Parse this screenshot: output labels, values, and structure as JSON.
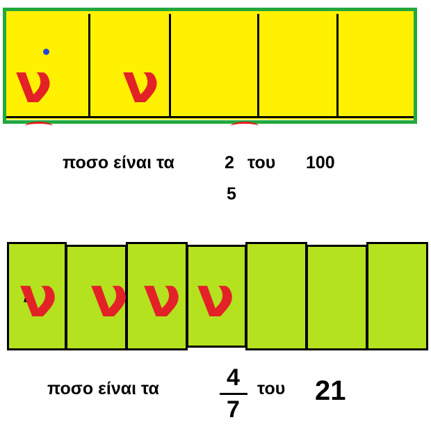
{
  "figure1": {
    "cells": 5,
    "marked_cells": 2,
    "marks": [
      "ν",
      "ν"
    ],
    "question": {
      "prefix": "ποσο είναι τα",
      "numerator": "2",
      "denominator": "5",
      "middle": "του",
      "whole": "100"
    },
    "colors": {
      "fill": "#fff100",
      "border": "#22a83c",
      "mark": "#e32227",
      "dot": "#2744d6"
    }
  },
  "figure2": {
    "cells": 7,
    "marked_cells": 4,
    "marks": [
      "ν",
      "ν",
      "ν",
      "ν"
    ],
    "stray_mark": ",",
    "question": {
      "prefix": "ποσο είναι τα",
      "numerator": "4",
      "denominator": "7",
      "middle": "του",
      "whole": "21"
    },
    "colors": {
      "fill": "#b4e21f",
      "border": "#000000",
      "mark": "#e32227"
    }
  }
}
